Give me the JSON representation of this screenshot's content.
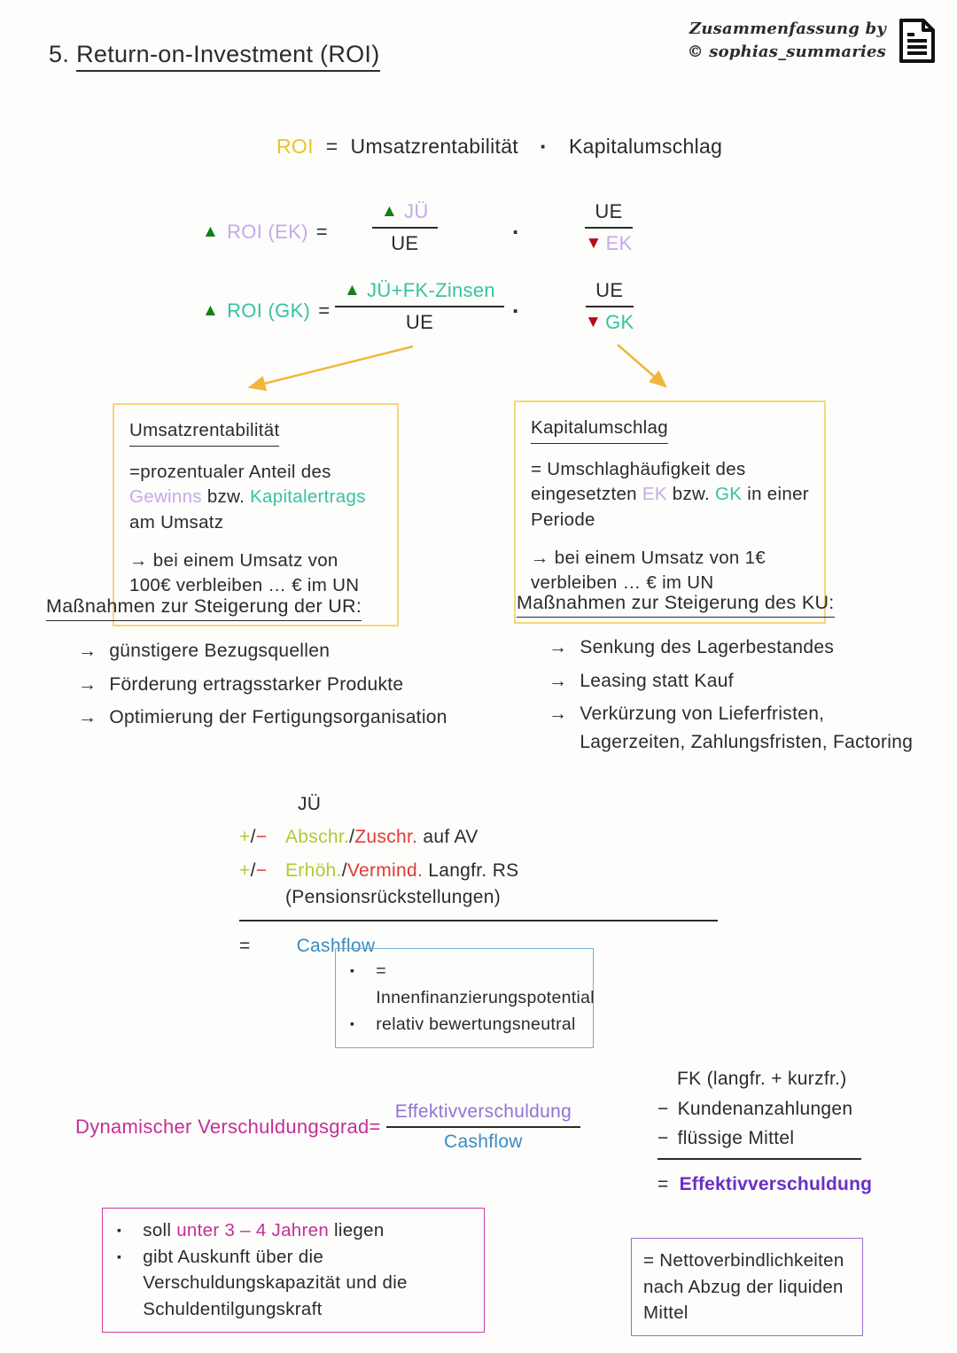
{
  "colors": {
    "ink": "#2b2b2b",
    "yellow": "#edc421",
    "green": "#157f15",
    "red": "#b70d12",
    "lavender": "#c7a9e8",
    "teal": "#38c2a2",
    "gold": "#f2b63d",
    "box_yellow": "#f3d77a",
    "yellowgreen": "#b6c832",
    "bright_red": "#e03a34",
    "blue": "#3a8bc2",
    "magenta": "#c42f96",
    "purple": "#9571d3",
    "deep_purple": "#6a2fc9",
    "pink_border": "#cf3d9e",
    "purple_border": "#9a6fd0",
    "blue_border": "#74aec8"
  },
  "header": {
    "number": "5.",
    "title": "Return-on-Investment (ROI)",
    "credit_line1": "Zusammenfassung by",
    "credit_line2": "© sophias_summaries",
    "icon": "document-icon"
  },
  "main_formula": {
    "lhs": "ROI",
    "eq": "=",
    "factor1": "Umsatzrentabilität",
    "dot": "·",
    "factor2": "Kapitalumschlag"
  },
  "roi_ek": {
    "up": "▲",
    "down": "▼",
    "label": "ROI (EK)",
    "eq": "=",
    "f1_num": "JÜ",
    "f1_den": "UE",
    "dot": "·",
    "f2_num": "UE",
    "f2_den": "EK"
  },
  "roi_gk": {
    "up": "▲",
    "down": "▼",
    "label": "ROI (GK)",
    "eq": "=",
    "f1_num": "JÜ+FK-Zinsen",
    "f1_den": "UE",
    "dot": "·",
    "f2_num": "UE",
    "f2_den": "GK"
  },
  "box_ur": {
    "title": "Umsatzrentabilität",
    "def_pre": "=prozentualer Anteil des ",
    "def_hl1": "Gewinns",
    "def_mid": " bzw. ",
    "def_hl2": "Kapitalertrags",
    "def_post": " am Umsatz",
    "note": "→ bei einem Umsatz von 100€ verbleiben … € im UN"
  },
  "box_ku": {
    "title": "Kapitalumschlag",
    "def_pre": "= Umschlaghäufigkeit des eingesetzten ",
    "def_hl1": "EK",
    "def_mid": " bzw. ",
    "def_hl2": "GK",
    "def_post": " in einer Periode",
    "note": "→ bei einem Umsatz von 1€ verbleiben … € im UN"
  },
  "measures_ur": {
    "heading": "Maßnahmen zur Steigerung der UR:",
    "arrow": "→",
    "items": [
      "günstigere Bezugsquellen",
      "Förderung ertragsstarker Produkte",
      "Optimierung der Fertigungsorganisation"
    ]
  },
  "measures_ku": {
    "heading": "Maßnahmen zur Steigerung des KU:",
    "arrow": "→",
    "items": [
      "Senkung des Lagerbestandes",
      "Leasing statt Kauf",
      "Verkürzung von Lieferfristen, Lagerzeiten, Zahlungsfristen, Factoring"
    ]
  },
  "cashflow": {
    "start": "JÜ",
    "plus": "+",
    "slash": "/",
    "minus": "−",
    "row1_pos": "Abschr.",
    "row1_neg": "Zuschr.",
    "row1_rest": " auf AV",
    "row2_pos": "Erhöh.",
    "row2_neg": "Vermind.",
    "row2_rest": " Langfr. RS (Pensionsrückstellungen)",
    "eq": "=",
    "result": "Cashflow"
  },
  "cashflow_note": {
    "bullet": "▪",
    "item1": "= Innenfinanzierungspotential",
    "item2": "relativ bewertungsneutral"
  },
  "dyn_debt": {
    "label": "Dynamischer Verschuldungsgrad",
    "eq": "=",
    "num": "Effektivverschuldung",
    "den": "Cashflow"
  },
  "eff_debt": {
    "line1": "FK (langfr. + kurzfr.)",
    "minus": "−",
    "line2": "Kundenanzahlungen",
    "line3": "flüssige Mittel",
    "eq": "=",
    "result": "Effektivverschuldung"
  },
  "dyn_note": {
    "bullet": "▪",
    "item1_pre": "soll ",
    "item1_hl": "unter 3 – 4 Jahren",
    "item1_post": " liegen",
    "item2": "gibt Auskunft über die Verschuldungskapazität und die Schuldentilgungskraft"
  },
  "eff_note": {
    "text": "= Nettoverbindlichkeiten nach Abzug der liquiden Mittel"
  }
}
